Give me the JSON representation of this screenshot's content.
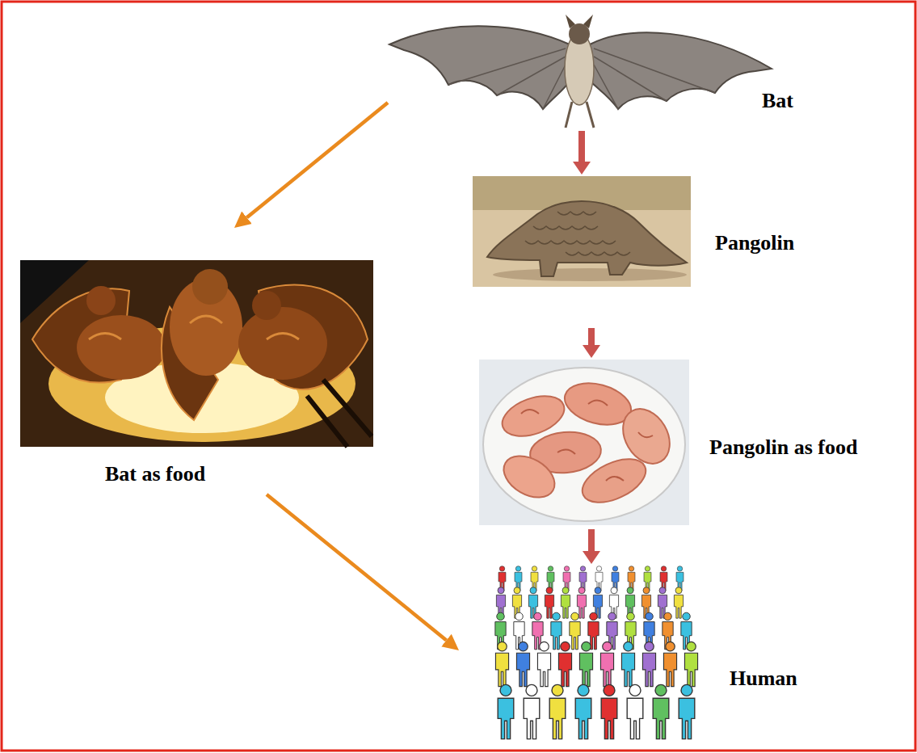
{
  "diagram": {
    "nodes": [
      {
        "text": [
          "Bat"
        ]
      },
      {
        "text": [
          "Pangolin"
        ]
      },
      {
        "text": [
          "Bat as food"
        ]
      },
      {
        "text": [
          "Pangolin as food"
        ]
      },
      {
        "text": [
          "Human"
        ]
      }
    ],
    "edges": [
      {
        "from": 0,
        "to": 1,
        "arrow": "to"
      },
      {
        "from": 0,
        "to": 2,
        "arrow": "to"
      },
      {
        "from": 1,
        "to": 3,
        "arrow": "to"
      },
      {
        "from": 2,
        "to": 4,
        "arrow": "to"
      },
      {
        "from": 3,
        "to": 4,
        "arrow": "to"
      }
    ]
  }
}
